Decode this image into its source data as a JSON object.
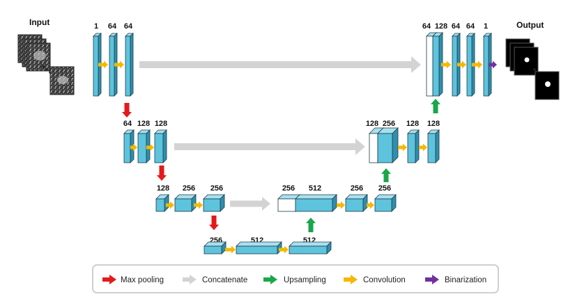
{
  "colors": {
    "block_front": "#5ec3dd",
    "block_top": "#a8e0ee",
    "block_side": "#2f8fac",
    "concat_front": "#ffffff",
    "max_pooling": "#e31a1c",
    "concatenate": "#d3d3d3",
    "upsampling": "#1aa64a",
    "convolution": "#f5b800",
    "binarization": "#7030a0"
  },
  "io": {
    "input": "Input",
    "output": "Output"
  },
  "level1": {
    "enc": [
      "1",
      "64",
      "64"
    ],
    "dec": [
      "64",
      "128",
      "64",
      "64",
      "1"
    ]
  },
  "level2": {
    "enc": [
      "64",
      "128",
      "128"
    ],
    "dec": [
      "128",
      "256",
      "128",
      "128"
    ]
  },
  "level3": {
    "enc": [
      "128",
      "256",
      "256"
    ],
    "dec": [
      "256",
      "512",
      "256",
      "256"
    ]
  },
  "level4": {
    "bottom": [
      "256",
      "512",
      "512"
    ]
  },
  "legend": [
    {
      "label": "Max pooling",
      "color": "#e31a1c",
      "icon": "red-down-arrow"
    },
    {
      "label": "Concatenate",
      "color": "#d3d3d3",
      "icon": "gray-right-arrow"
    },
    {
      "label": "Upsampling",
      "color": "#1aa64a",
      "icon": "green-up-arrow"
    },
    {
      "label": "Convolution",
      "color": "#f5b800",
      "icon": "orange-right-arrow"
    },
    {
      "label": "Binarization",
      "color": "#7030a0",
      "icon": "purple-right-arrow"
    }
  ]
}
